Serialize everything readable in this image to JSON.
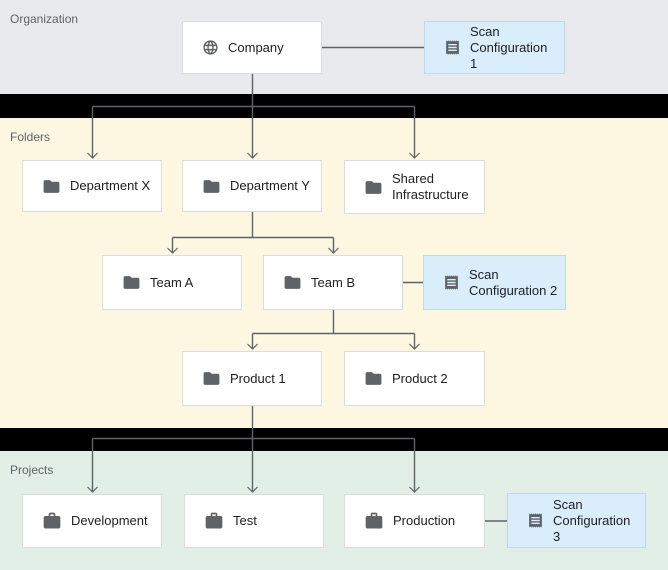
{
  "sections": {
    "organization": {
      "label": "Organization"
    },
    "folders": {
      "label": "Folders"
    },
    "projects": {
      "label": "Projects"
    }
  },
  "nodes": {
    "company": {
      "label": "Company",
      "icon": "globe-icon"
    },
    "scan_config_1": {
      "label": "Scan Configuration 1",
      "icon": "receipt-icon"
    },
    "department_x": {
      "label": "Department X",
      "icon": "folder-icon"
    },
    "department_y": {
      "label": "Department Y",
      "icon": "folder-icon"
    },
    "shared_infrastructure": {
      "label": "Shared Infrastructure",
      "icon": "folder-icon"
    },
    "team_a": {
      "label": "Team A",
      "icon": "folder-icon"
    },
    "team_b": {
      "label": "Team B",
      "icon": "folder-icon"
    },
    "scan_config_2": {
      "label": "Scan Configuration 2",
      "icon": "receipt-icon"
    },
    "product_1": {
      "label": "Product 1",
      "icon": "folder-icon"
    },
    "product_2": {
      "label": "Product 2",
      "icon": "folder-icon"
    },
    "development": {
      "label": "Development",
      "icon": "briefcase-icon"
    },
    "test": {
      "label": "Test",
      "icon": "briefcase-icon"
    },
    "production": {
      "label": "Production",
      "icon": "briefcase-icon"
    },
    "scan_config_3": {
      "label": "Scan Configuration 3",
      "icon": "receipt-icon"
    }
  },
  "edges": [
    {
      "from": "company",
      "to": "department_x",
      "type": "hierarchy-arrow"
    },
    {
      "from": "company",
      "to": "department_y",
      "type": "hierarchy-arrow"
    },
    {
      "from": "company",
      "to": "shared_infrastructure",
      "type": "hierarchy-arrow"
    },
    {
      "from": "company",
      "to": "scan_config_1",
      "type": "association-line"
    },
    {
      "from": "department_y",
      "to": "team_a",
      "type": "hierarchy-arrow"
    },
    {
      "from": "department_y",
      "to": "team_b",
      "type": "hierarchy-arrow"
    },
    {
      "from": "team_b",
      "to": "scan_config_2",
      "type": "association-line"
    },
    {
      "from": "team_b",
      "to": "product_1",
      "type": "hierarchy-arrow"
    },
    {
      "from": "team_b",
      "to": "product_2",
      "type": "hierarchy-arrow"
    },
    {
      "from": "product_1",
      "to": "development",
      "type": "hierarchy-arrow"
    },
    {
      "from": "product_1",
      "to": "test",
      "type": "hierarchy-arrow"
    },
    {
      "from": "product_1",
      "to": "production",
      "type": "hierarchy-arrow"
    },
    {
      "from": "production",
      "to": "scan_config_3",
      "type": "association-line"
    }
  ],
  "colors": {
    "organization_bg": "#e8eaed",
    "folders_bg": "#fdf6e0",
    "projects_bg": "#e1efe6",
    "scan_node_bg": "#daedfb",
    "scan_node_border": "#c3d9ea",
    "node_bg": "#ffffff",
    "node_border": "#dadce0",
    "connector": "#5f6368",
    "divider_band": "#000000",
    "node_text": "#202124",
    "section_label_text": "#5f6368",
    "icon_color": "#5f6368"
  }
}
